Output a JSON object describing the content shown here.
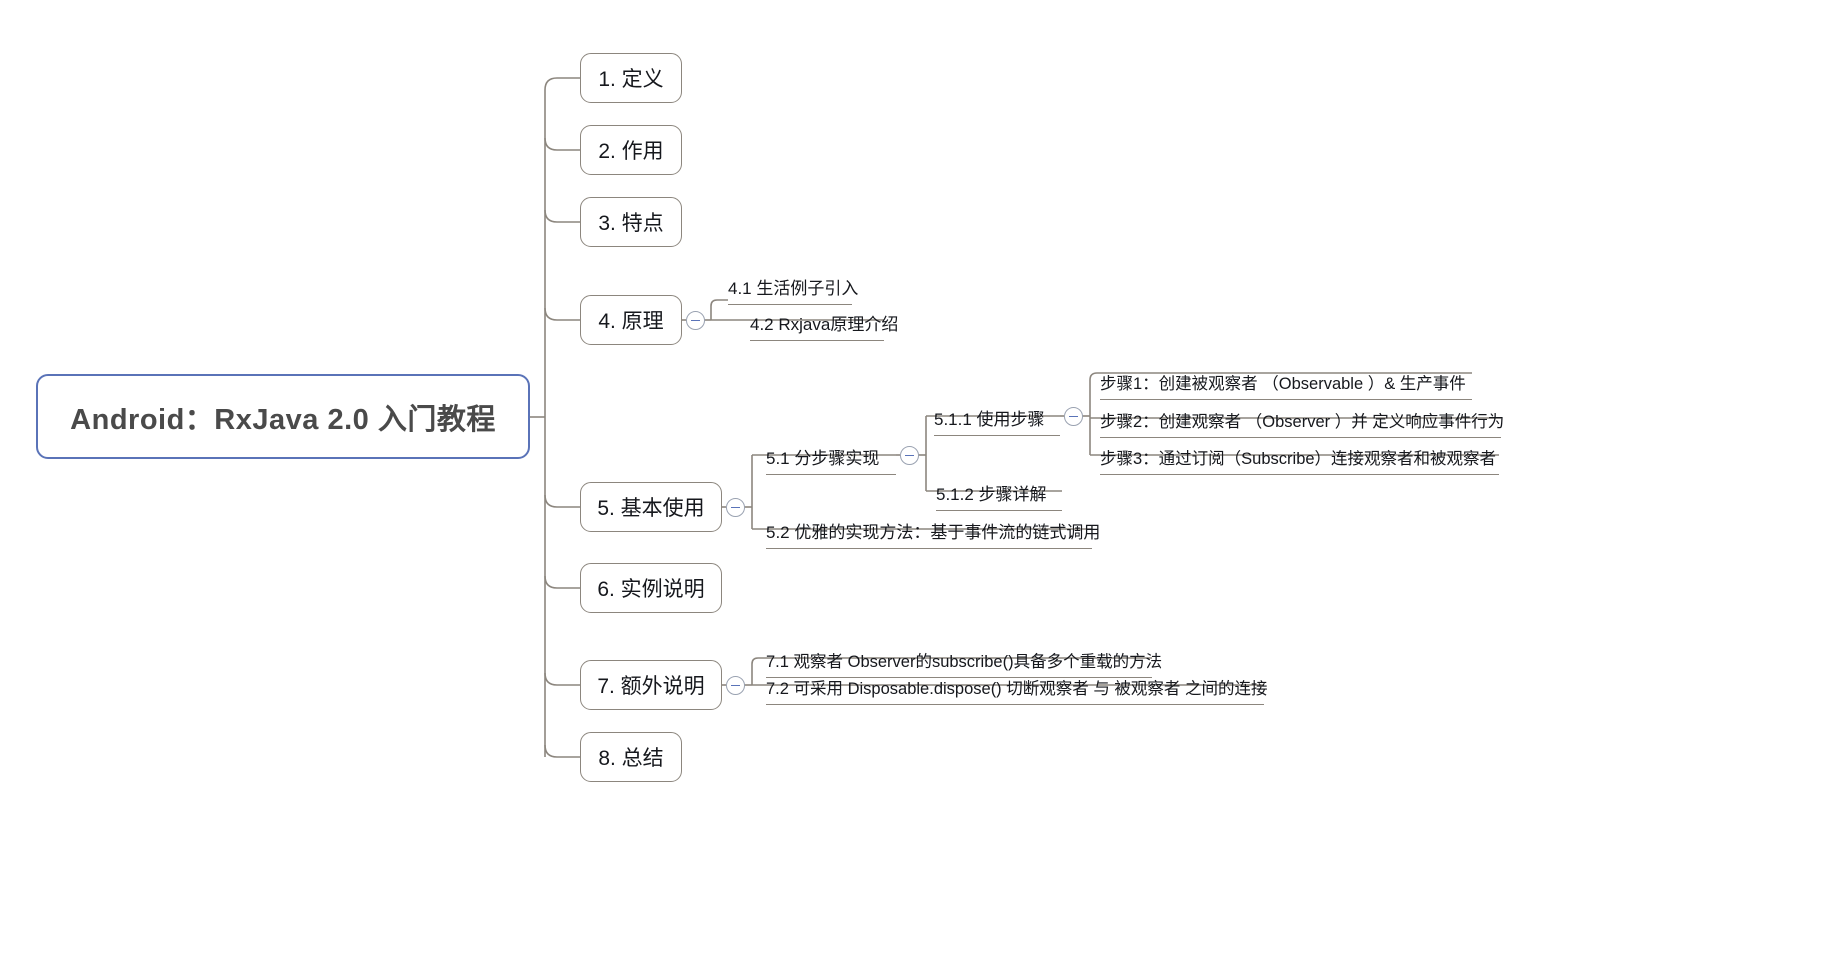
{
  "mindmap": {
    "root": {
      "label": "Android：RxJava 2.0 入门教程"
    },
    "level1": [
      {
        "label": "1. 定义"
      },
      {
        "label": "2. 作用"
      },
      {
        "label": "3. 特点"
      },
      {
        "label": "4. 原理"
      },
      {
        "label": "5. 基本使用"
      },
      {
        "label": "6. 实例说明"
      },
      {
        "label": "7. 额外说明"
      },
      {
        "label": "8. 总结"
      }
    ],
    "section4": {
      "children": [
        {
          "label": "4.1 生活例子引入"
        },
        {
          "label": "4.2 Rxjava原理介绍"
        }
      ]
    },
    "section5": {
      "children": [
        {
          "label": "5.1 分步骤实现"
        },
        {
          "label": "5.2 优雅的实现方法：基于事件流的链式调用"
        }
      ],
      "sub51": [
        {
          "label": "5.1.1 使用步骤"
        },
        {
          "label": "5.1.2  步骤详解"
        }
      ],
      "steps": [
        {
          "label": "步骤1：创建被观察者 （Observable ）& 生产事件"
        },
        {
          "label": "步骤2：创建观察者 （Observer ）并 定义响应事件行为"
        },
        {
          "label": "步骤3：通过订阅（Subscribe）连接观察者和被观察者"
        }
      ]
    },
    "section7": {
      "children": [
        {
          "label": "7.1 观察者 Observer的subscribe()具备多个重载的方法"
        },
        {
          "label": "7.2 可采用 Disposable.dispose() 切断观察者 与 被观察者 之间的连接"
        }
      ]
    },
    "toggles": [
      {
        "name": "toggle-section-4",
        "state": "expanded"
      },
      {
        "name": "toggle-section-5",
        "state": "expanded"
      },
      {
        "name": "toggle-section-5-1",
        "state": "expanded"
      },
      {
        "name": "toggle-section-5-1-1",
        "state": "expanded"
      },
      {
        "name": "toggle-section-7",
        "state": "expanded"
      }
    ],
    "colors": {
      "root_border": "#5a73b8",
      "node_border": "#8c867e",
      "text": "#16181d",
      "root_text": "#4a4a4a",
      "toggle_accent": "#5a73b8",
      "background": "#ffffff"
    }
  }
}
